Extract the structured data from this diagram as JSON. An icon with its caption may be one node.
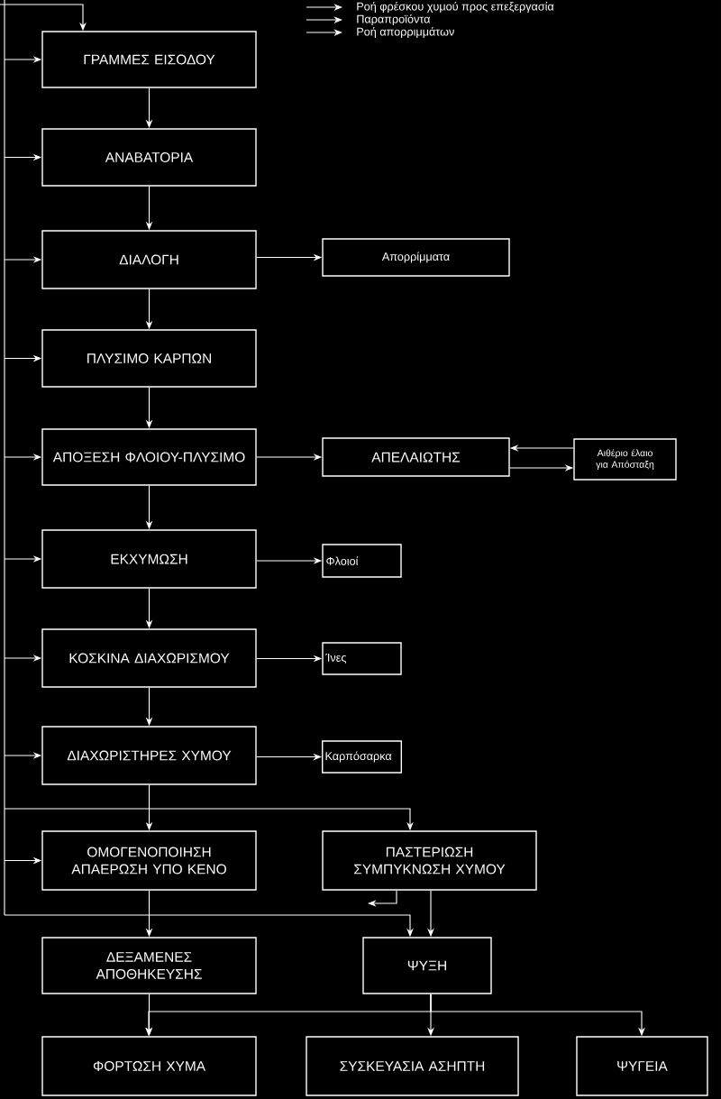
{
  "diagram": {
    "nodes": [
      {
        "text": [
          "ΓΡΑΜΜΕΣ ΕΙΣΟΔΟΥ"
        ]
      },
      {
        "text": [
          "ΑΝΑΒΑΤΟΡΙΑ"
        ]
      },
      {
        "text": [
          "ΔΙΑΛΟΓΗ"
        ]
      },
      {
        "text": [
          "Απορρίμματα"
        ]
      },
      {
        "text": [
          "ΠΛΥΣΙΜΟ ΚΑΡΠΩΝ"
        ]
      },
      {
        "text": [
          "ΑΠΟΞΕΣΗ ΦΛΟΙΟΥ-ΠΛΥΣΙΜΟ"
        ]
      },
      {
        "text": [
          "ΑΠΕΛΑΙΩΤΗΣ"
        ]
      },
      {
        "text": [
          "Αιθέριο έλαιο για Απόσταξη"
        ]
      },
      {
        "text": [
          "ΕΚΧΥΜΩΣΗ"
        ]
      },
      {
        "text": [
          "Φλοιοί"
        ]
      },
      {
        "text": [
          "ΚΟΣΚΙΝΑ ΔΙΑΧΩΡΙΣΜΟΥ"
        ]
      },
      {
        "text": [
          "Ίνες"
        ]
      },
      {
        "text": [
          "ΔΙΑΧΩΡΙΣΤΗΡΕΣ ΧΥΜΟΥ"
        ]
      },
      {
        "text": [
          "Καρπόσαρκα"
        ]
      },
      {
        "text": [
          "ΟΜΟΓΕΝΟΠΟΙΗΣΗ ΑΠΑΕΡΩΣΗ ΥΠΟ ΚΕΝΟ"
        ]
      },
      {
        "text": [
          "ΠΑΣΤΕΡΙΩΣΗ ΣΥΜΠΥΚΝΩΣΗ ΧΥΜΟΥ"
        ]
      },
      {
        "text": [
          "ΔΕΞΑΜΕΝΕΣ ΑΠΟΘΗΚΕΥΣΗΣ"
        ]
      },
      {
        "text": [
          "ΨΥΞΗ"
        ]
      },
      {
        "text": [
          "ΦΟΡΤΩΣΗ ΧΥΜΑ"
        ]
      },
      {
        "text": [
          "ΣΥΣΚΕΥΑΣΙΑ ΑΣΗΠΤΗ"
        ]
      },
      {
        "text": [
          "ΨΥΓΕΙΑ"
        ]
      }
    ],
    "edges": [
      {
        "from": null,
        "to": 0,
        "arrow": "to"
      },
      {
        "from": null,
        "to": 0,
        "arrow": "to"
      },
      {
        "from": null,
        "to": 1,
        "arrow": "to"
      },
      {
        "from": null,
        "to": 2,
        "arrow": "to"
      },
      {
        "from": null,
        "to": 4,
        "arrow": "to"
      },
      {
        "from": null,
        "to": 5,
        "arrow": "to"
      },
      {
        "from": null,
        "to": 8,
        "arrow": "to"
      },
      {
        "from": null,
        "to": 10,
        "arrow": "to"
      },
      {
        "from": null,
        "to": 12,
        "arrow": "to"
      },
      {
        "from": null,
        "to": 14,
        "arrow": "to"
      },
      {
        "from": null,
        "to": 15,
        "arrow": "to"
      },
      {
        "from": null,
        "to": 17,
        "arrow": "to"
      },
      {
        "from": 0,
        "to": 1,
        "arrow": "to"
      },
      {
        "from": 1,
        "to": 2,
        "arrow": "to"
      },
      {
        "from": 2,
        "to": 4,
        "arrow": "to"
      },
      {
        "from": 4,
        "to": 5,
        "arrow": "to"
      },
      {
        "from": 5,
        "to": 8,
        "arrow": "to"
      },
      {
        "from": 8,
        "to": 10,
        "arrow": "to"
      },
      {
        "from": 10,
        "to": 12,
        "arrow": "to"
      },
      {
        "from": 12,
        "to": 14,
        "arrow": "to"
      },
      {
        "from": 14,
        "to": 16,
        "arrow": "to"
      },
      {
        "from": 16,
        "to": 18,
        "arrow": "to"
      },
      {
        "from": 2,
        "to": 3,
        "arrow": "to"
      },
      {
        "from": 5,
        "to": 6,
        "arrow": "to"
      },
      {
        "from": 6,
        "to": 7,
        "arrow": "to"
      },
      {
        "from": 7,
        "to": 6,
        "arrow": "to"
      },
      {
        "from": 8,
        "to": 9,
        "arrow": "to"
      },
      {
        "from": 10,
        "to": 11,
        "arrow": "to"
      },
      {
        "from": 12,
        "to": 13,
        "arrow": "to"
      },
      {
        "from": 15,
        "to": 17,
        "arrow": "to"
      },
      {
        "from": 15,
        "to": null,
        "arrow": "to"
      },
      {
        "from": 17,
        "to": 19,
        "arrow": "to"
      },
      {
        "from": 17,
        "to": 18,
        "arrow": "to"
      },
      {
        "from": 17,
        "to": 20,
        "arrow": "to"
      }
    ],
    "legend": [
      {
        "text": "Ροή φρέσκου χυμού προς επεξεργασία"
      },
      {
        "text": "Παραπροϊόντα"
      },
      {
        "text": "Ροή απορριμμάτων"
      }
    ]
  }
}
